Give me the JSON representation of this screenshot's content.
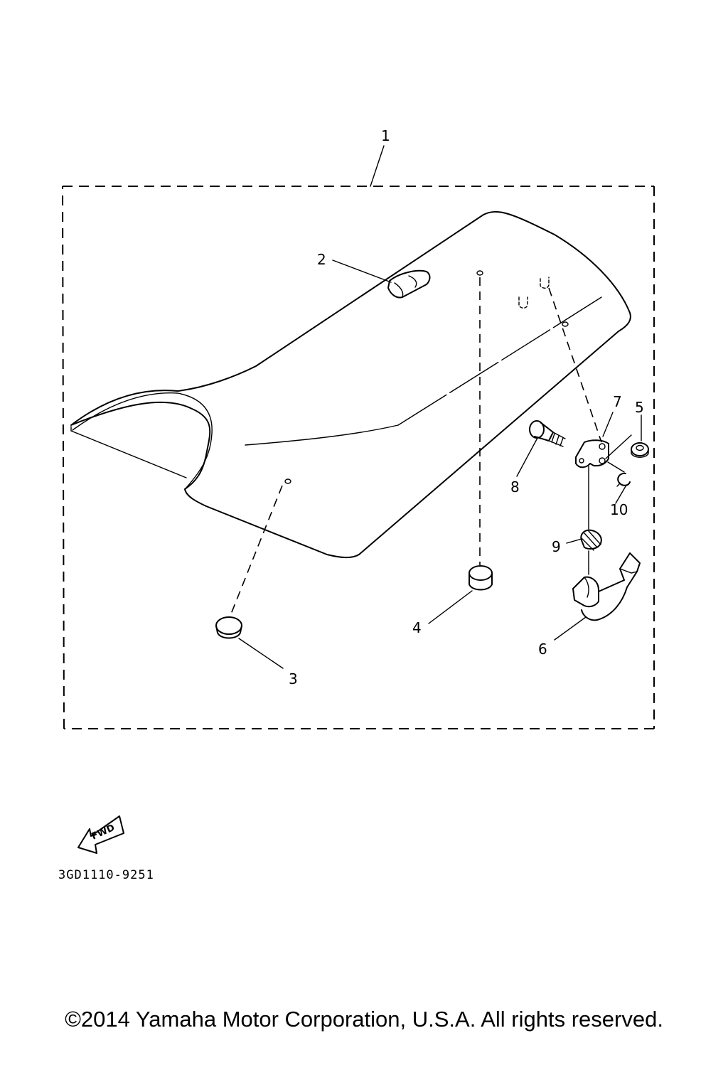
{
  "callouts": {
    "p1": "1",
    "p2": "2",
    "p3": "3",
    "p4": "4",
    "p5": "5",
    "p6": "6",
    "p7": "7",
    "p8": "8",
    "p9": "9",
    "p10": "10"
  },
  "fwd_label": "FWD",
  "diagram_code": "3GD1110-9251",
  "copyright": "©2014 Yamaha Motor Corporation, U.S.A. All rights reserved."
}
